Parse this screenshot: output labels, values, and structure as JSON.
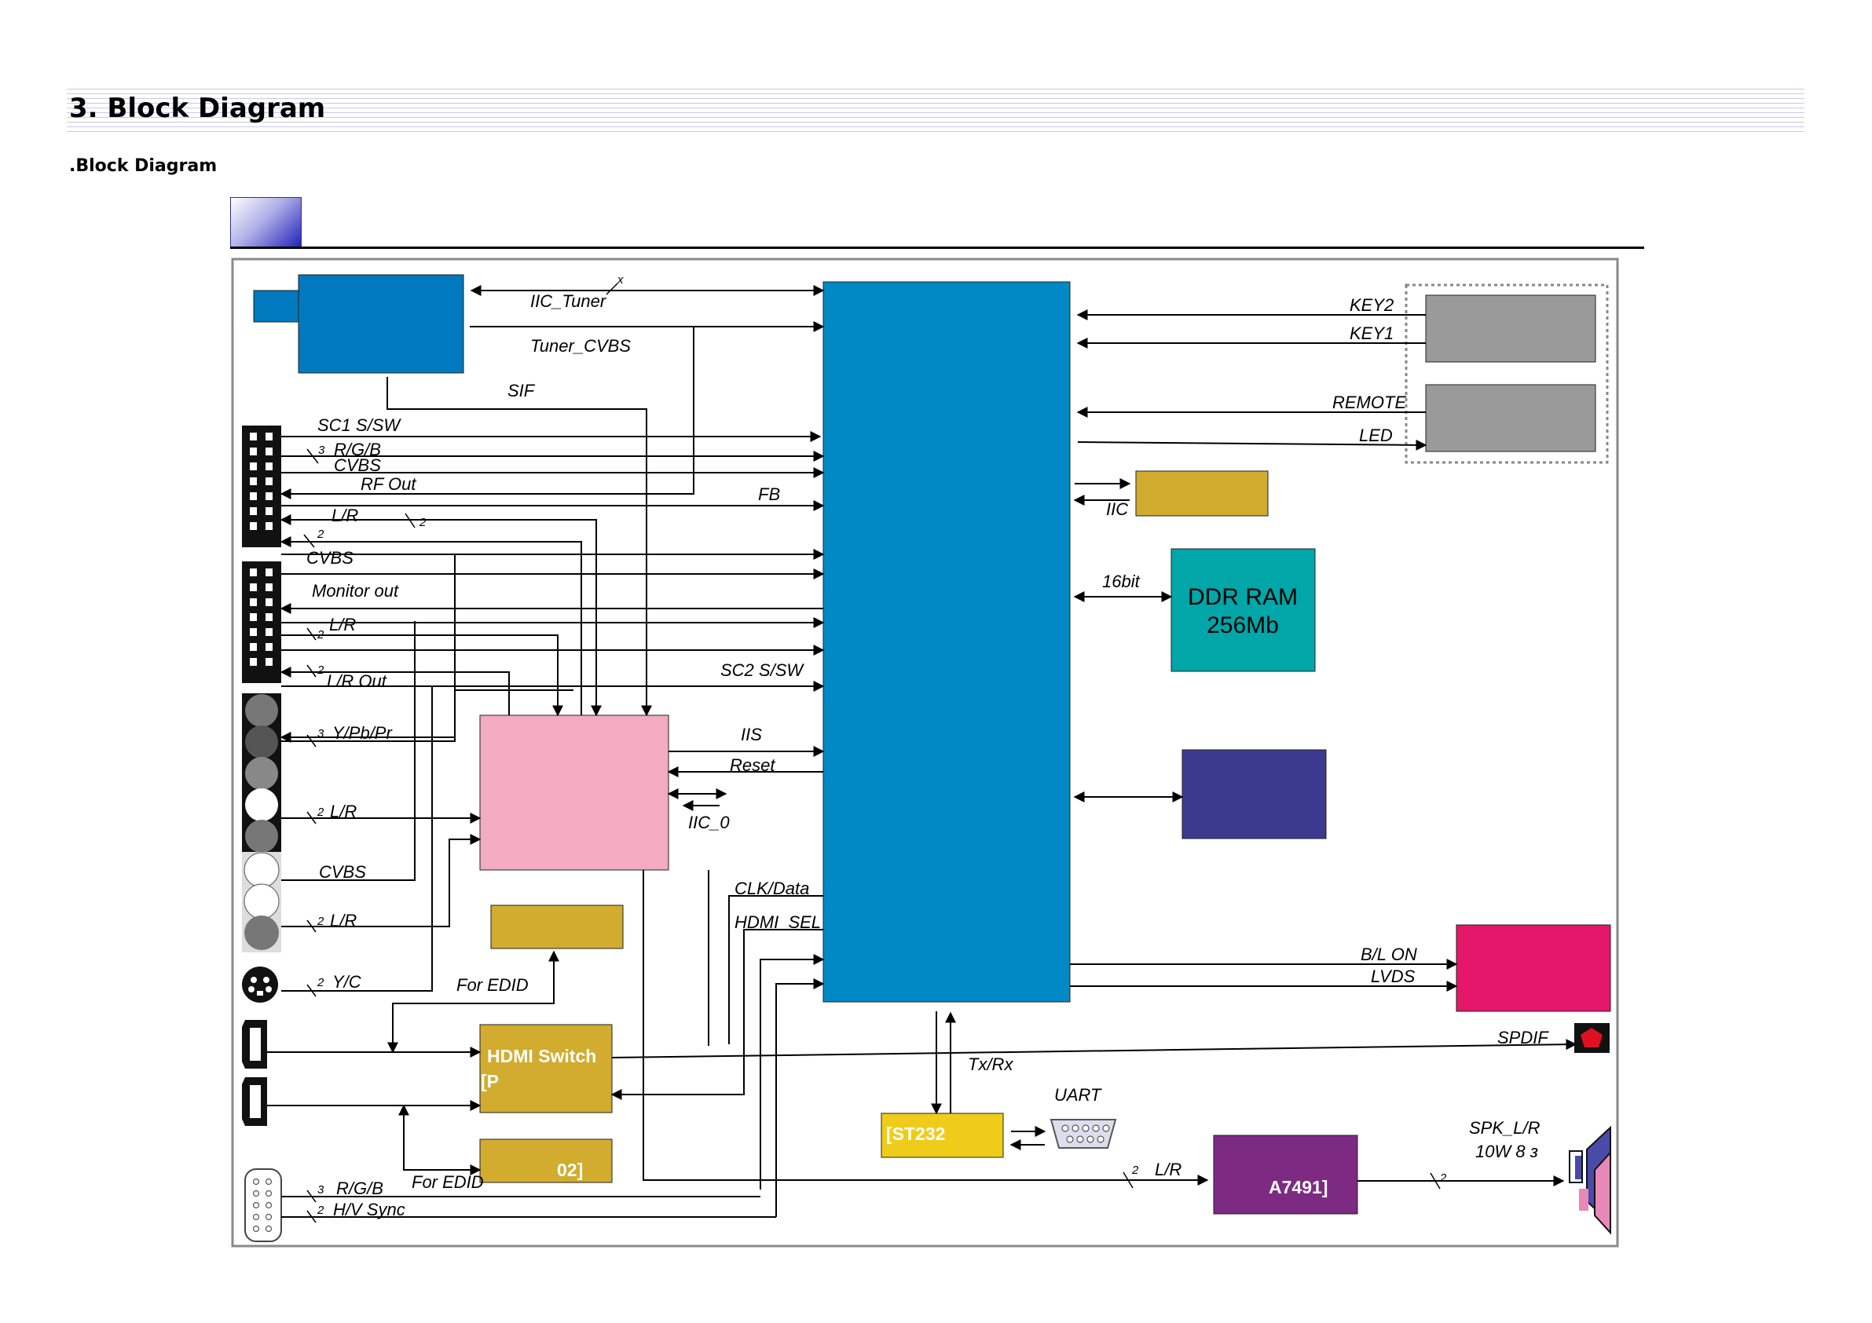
{
  "header": {
    "title": "3. Block Diagram",
    "subtitle": ".Block Diagram"
  },
  "diagram": {
    "blocks": {
      "hdmi_switch": [
        "HDMI Switch",
        "[P"
      ],
      "ddr_ram": [
        "DDR RAM",
        "256Mb"
      ],
      "st232": "[ST232",
      "edid2": "02]",
      "amp": "A7491]"
    },
    "labels": {
      "iic_tuner": "IIC_Tuner",
      "x": "x",
      "tuner_cvbs": "Tuner_CVBS",
      "sif": "SIF",
      "sc1_ssw": "SC1 S/SW",
      "rgb": "R/G/B",
      "cvbs_sc1": "CVBS",
      "rf_out": "RF Out",
      "fb": "FB",
      "lr_sc1": "L/R",
      "cvbs_sc2": "CVBS",
      "monitor_out": "Monitor out",
      "lr_sc2": "L/R",
      "lr_out": "L/R Out",
      "sc2_ssw": "SC2 S/SW",
      "ypbpr": "Y/Pb/Pr",
      "iis": "IIS",
      "reset": "Reset",
      "lr_comp": "L/R",
      "iic_0": "IIC_0",
      "cvbs_av": "CVBS",
      "clk_data": "CLK/Data",
      "lr_av": "L/R",
      "hdmi_sel": "HDMI_SEL",
      "yc": "Y/C",
      "for_edid_1": "For EDID",
      "for_edid_2": "For EDID",
      "rgb_vga": "R/G/B",
      "hv_sync": "H/V Sync",
      "key2": "KEY2",
      "key1": "KEY1",
      "remote": "REMOTE",
      "led": "LED",
      "iic": "IIC",
      "bit16": "16bit",
      "bl_on": "B/L ON",
      "lvds": "LVDS",
      "spdif": "SPDIF",
      "tx_rx": "Tx/Rx",
      "uart": "UART",
      "lr_amp": "L/R",
      "spk_lr": "SPK_L/R",
      "watt": "10W 8 з"
    },
    "bus_widths": {
      "rgb": "3",
      "lr_sc1": "2",
      "lr_l": "2",
      "lr_sc2": "2",
      "lr_out": "2",
      "ypbpr": "3",
      "lr_comp": "2",
      "lr_av": "2",
      "yc": "2",
      "rgb_vga": "3",
      "hv_sync": "2",
      "lr_amp": "2",
      "spk": "2"
    },
    "colors": {
      "main_ic": "#0089c4",
      "tuner": "#0079be",
      "audio_ic": "#f2abbf",
      "gold": "#d2ac2e",
      "eeprom": "#d2ac2e",
      "ddr": "#00a6a8",
      "flash": "#3c3a8e",
      "panel": "#e4176a",
      "amp": "#7d2b82",
      "st232": "#f0cc1a",
      "key": "#9a9a9a"
    }
  }
}
